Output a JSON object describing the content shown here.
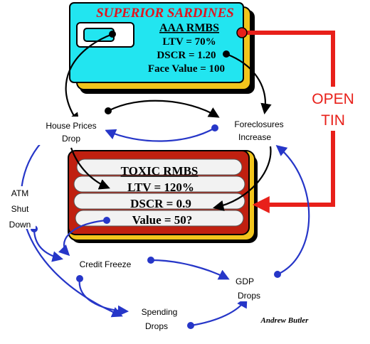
{
  "sardines_tin": {
    "brand": "SUPERIOR SARDINES",
    "rating": "AAA RMBS",
    "ltv": "LTV = 70%",
    "dscr": "DSCR = 1.20",
    "face_value": "Face Value = 100"
  },
  "toxic_tin": {
    "title": "TOXIC RMBS",
    "ltv": "LTV = 120%",
    "dscr": "DSCR = 0.9",
    "value": "Value = 50?"
  },
  "open_tin": {
    "line1": "OPEN",
    "line2": "TIN"
  },
  "nodes": {
    "house_prices": {
      "line1": "House Prices",
      "line2": "Drop"
    },
    "foreclosures": {
      "line1": "Foreclosures",
      "line2": "Increase"
    },
    "atm": {
      "line1": "ATM",
      "line2": "Shut",
      "line3": "Down"
    },
    "credit_freeze": "Credit Freeze",
    "gdp": {
      "line1": "GDP",
      "line2": "Drops"
    },
    "spending": {
      "line1": "Spending",
      "line2": "Drops"
    }
  },
  "author": "Andrew Butler",
  "colors": {
    "tin_cyan": "#22e5f0",
    "tin_gold": "#f2c51c",
    "toxic_red": "#c02010",
    "toxic_fill": "#f2f2f2",
    "brand_red": "#e0141e",
    "open_tin_red": "#e8201a",
    "arrow_blue": "#2636c8",
    "arrow_black": "#000000"
  }
}
